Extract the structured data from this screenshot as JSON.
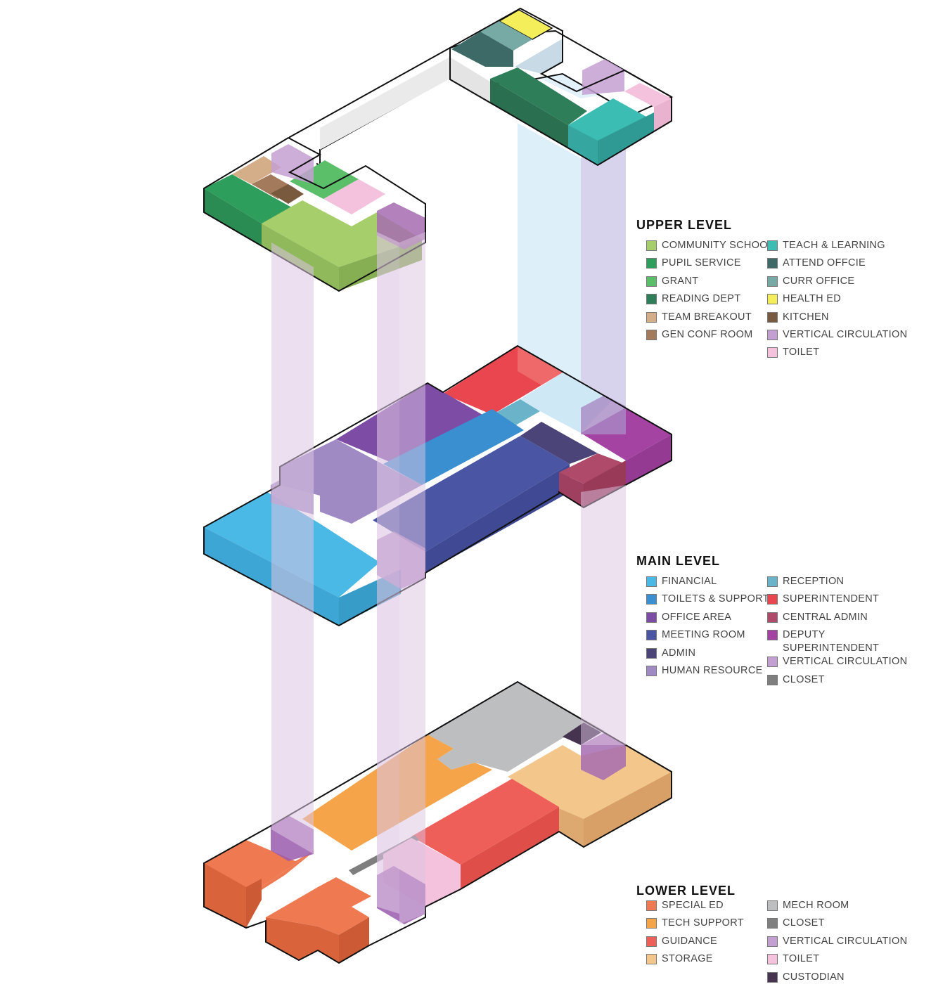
{
  "levels": [
    {
      "id": "upper",
      "title": "UPPER LEVEL",
      "legend_left": [
        {
          "label": "COMMUNITY SCHOOL",
          "color": "#a6ce6a"
        },
        {
          "label": "PUPIL SERVICE",
          "color": "#2e9e5c"
        },
        {
          "label": "GRANT",
          "color": "#5bbf6a"
        },
        {
          "label": "READING DEPT",
          "color": "#2f7e5a"
        },
        {
          "label": "TEAM BREAKOUT",
          "color": "#d4ae88"
        },
        {
          "label": "GEN CONF ROOM",
          "color": "#a37a5c"
        }
      ],
      "legend_right": [
        {
          "label": "TEACH & LEARNING",
          "color": "#3bbdb3"
        },
        {
          "label": "ATTEND OFFCIE",
          "color": "#3d6a66"
        },
        {
          "label": "CURR OFFICE",
          "color": "#78aaa5"
        },
        {
          "label": "HEALTH ED",
          "color": "#f4ee5a"
        },
        {
          "label": "KITCHEN",
          "color": "#7a5a3e"
        },
        {
          "label": "VERTICAL CIRCULATION",
          "color": "#c4a0d2"
        },
        {
          "label": "TOILET",
          "color": "#f4c2dc"
        }
      ]
    },
    {
      "id": "main",
      "title": "MAIN LEVEL",
      "legend_left": [
        {
          "label": "FINANCIAL",
          "color": "#4bb9e6"
        },
        {
          "label": "TOILETS & SUPPORT",
          "color": "#3a8fd0"
        },
        {
          "label": "OFFICE AREA",
          "color": "#7d4da6"
        },
        {
          "label": "MEETING ROOM",
          "color": "#4a56a4"
        },
        {
          "label": "ADMIN",
          "color": "#4a4478"
        },
        {
          "label": "HUMAN RESOURCE",
          "color": "#a08ac4"
        }
      ],
      "legend_right": [
        {
          "label": "RECEPTION",
          "color": "#6ab3c9"
        },
        {
          "label": "SUPERINTENDENT",
          "color": "#ea4650"
        },
        {
          "label": "CENTRAL ADMIN",
          "color": "#b04a6a"
        },
        {
          "label": "DEPUTY",
          "label2": "SUPERINTENDENT",
          "color": "#a443a2"
        },
        {
          "label": "VERTICAL CIRCULATION",
          "color": "#c4a0d2"
        },
        {
          "label": "CLOSET",
          "color": "#7f7f7f"
        }
      ]
    },
    {
      "id": "lower",
      "title": "LOWER LEVEL",
      "legend_left": [
        {
          "label": "SPECIAL ED",
          "color": "#ef7a52"
        },
        {
          "label": "TECH SUPPORT",
          "color": "#f5a44a"
        },
        {
          "label": "GUIDANCE",
          "color": "#ef5f5a"
        },
        {
          "label": "STORAGE",
          "color": "#f3c68c"
        }
      ],
      "legend_right": [
        {
          "label": "MECH ROOM",
          "color": "#bcbec0"
        },
        {
          "label": "CLOSET",
          "color": "#7f7f7f"
        },
        {
          "label": "VERTICAL CIRCULATION",
          "color": "#c4a0d2"
        },
        {
          "label": "TOILET",
          "color": "#f4c2dc"
        },
        {
          "label": "CUSTODIAN",
          "color": "#45334f"
        }
      ]
    }
  ],
  "colors": {
    "slab_outline": "#1a1a1a",
    "corridor": "#ffffff",
    "corridor_side": "#e4e4e4",
    "shaft_purple": "#dcc4e2",
    "shaft_blue": "#cfe8f6"
  }
}
